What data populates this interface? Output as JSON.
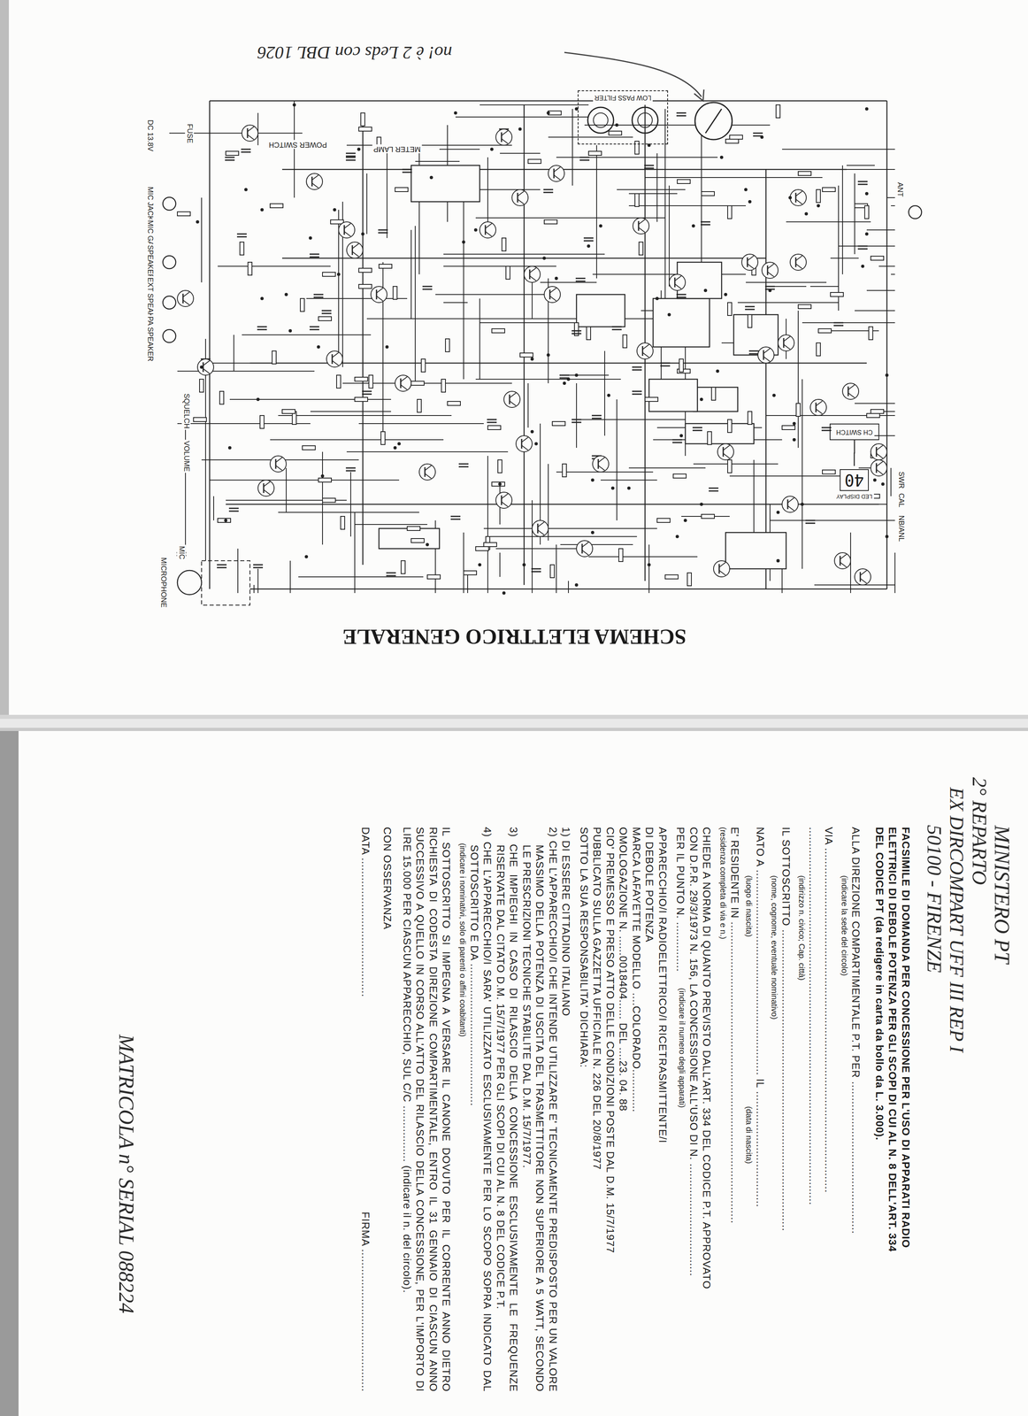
{
  "diagram": {
    "title": "SCHEMA ELETTRICO GENERALE",
    "nodes": [
      {
        "text": [
          "LOW PASS FILTER"
        ]
      },
      {
        "text": [
          "40",
          "LED DISPLAY"
        ]
      },
      {
        "text": [
          "CH SWITCH"
        ]
      }
    ],
    "edges": [
      {
        "from": 2,
        "to": 1,
        "arrow": "none"
      }
    ],
    "labels": [
      "no! è 2 Leds con DBL 1026",
      "FUSE",
      "DC 13.8V",
      "POWER SWITCH",
      "METER LAMP",
      "MIC JACK",
      "MIC GAIN",
      "SPEAKER",
      "EXT SPEAKER",
      "PA SPEAKER",
      "VOLUME",
      "SQUELCH",
      "MICROPHONE",
      "MIC",
      "ANT",
      "NB/ANL",
      "CAL",
      "SWR",
      "MINISTERO PT",
      "2° REPARTO",
      "EX DIRCOMPART UFF III REP I",
      "50100 - FIRENZE",
      "MATRICOLA n° SERIAL 088224",
      "FACSIMILE DI DOMANDA PER CONCESSIONE PER L'USO DI APPARATI RADIO",
      "ELETTRICI DI DEBOLE POTENZA PER GLI SCOPI DI CUI AL N. 8 DELL'ART. 334",
      "DEL CODICE PT (da redigere in carta da bollo da L. 3.000).",
      "ALLA DIREZIONE COMPARTIMENTALE P.T. PER ..............................................",
      "(indicare la sede del circolo)",
      "VIA ........................................................................................................",
      "..................................................................................................................",
      "(indirizzo n. civico; Cap. città)",
      "IL SOTTOSCRITTO ...........................................................................................",
      "(nome, cognome, eventuale nominativo)",
      "NATO A .............................................................. IL ...................................",
      "(luogo di nascita)",
      "(data di nascita)",
      "E' RESIDENTE IN ...........................................................................................",
      "(residenza completa di via e n.)",
      "CHIEDE A NORMA DI QUANTO PREVISTO DALL'ART. 334 DEL CODICE P.T. APPROVATO",
      "CON D.P.R. 29/3/1973 N. 156, LA CONCESSIONE ALL'USO DI N. ..................................",
      "PER IL PUNTO N. ...............",
      "(indicare il numero degli apparati)",
      "APPARECCHIO/I RADIOELETTRICO/I RICETRASMITTENTE/I",
      "DI DEBOLE POTENZA",
      "MARCA LAFAYETTE MODELLO ....COLORADO.............",
      "OMOLOGAZIONE N. ......0018404...... DEL ....23. 04. 88",
      "CIO' PREMESSO E PRESO ATTO DELLE CONDIZIONI POSTE DAL D.M. 15/7/1977",
      "PUBBLICATO SULLA GAZZETTA UFFICIALE N. 226 DEL 20/8/1977",
      "SOTTO LA SUA RESPONSABILITA' DICHIARA:",
      "1) DI ESSERE CITTADINO ITALIANO",
      "2) CHE L'APPARECCHIO/I CHE INTENDE UTILIZZARE E' TECNICAMENTE PREDISPOSTO PER UN VALORE MASSIMO DELLA POTENZA DI USCITA DEL TRASMETTITORE NON SUPERIORE A 5 WATT, SECONDO LE PRESCRIZIONI TECNICHE STABILITE DAL D.M. 15/7/1977.",
      "3) CHE IMPIEGHI IN CASO DI RILASCIO DELLA CONCESSIONE ESCLUSIVAMENTE LE FREQUENZE RISERVATE DAL CITATO D.M. 15/7/1977 PER GLI SCOPI DI CUI AL N. 8 DEL CODICE P.T.",
      "4) CHE L'APPARECCHIO/I SARA' UTILIZZATO ESCLUSIVAMENTE PER LO SCOPO SOPRA INDICATO DAL SOTTOSCRITTO E DA ...........................................",
      "(indicare i nominativi, solo di parenti o affini coabitanti)",
      "IL SOTTOSCRITTO SI IMPEGNA A VERSARE IL CANONE DOVUTO PER IL CORRENTE ANNO DIETRO RICHIESTA DI CODESTA DIREZIONE COMPARTIMENTALE, ENTRO IL 31 GENNAIO DI CIASCUN ANNO SUCCESSIVO A QUELLO IN CORSO ALL'ATTO DEL RILASCIO DELLA CONCESSIONE, PER L'IMPORTO DI LIRE 15.000 PER CIASCUN APPARECCHIO, SUL C/C ................. (indicare il n. del circolo).",
      "CON OSSERVANZA",
      "DATA ..........................................",
      "FIRMA ..........................................."
    ]
  }
}
